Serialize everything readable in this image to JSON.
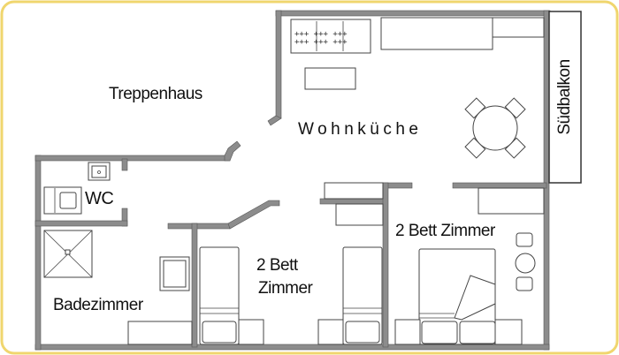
{
  "rooms": {
    "treppenhaus": "Treppenhaus",
    "wohnkueche": "Wohnküche",
    "wc": "WC",
    "badezimmer": "Badezimmer",
    "bett_zimmer_1_line1": "2 Bett",
    "bett_zimmer_1_line2": "Zimmer",
    "bett_zimmer_2": "2 Bett Zimmer",
    "suedbalkon": "Südbalkon"
  },
  "colors": {
    "frame": "#f0d66e",
    "wall": "#8c8c8c"
  }
}
